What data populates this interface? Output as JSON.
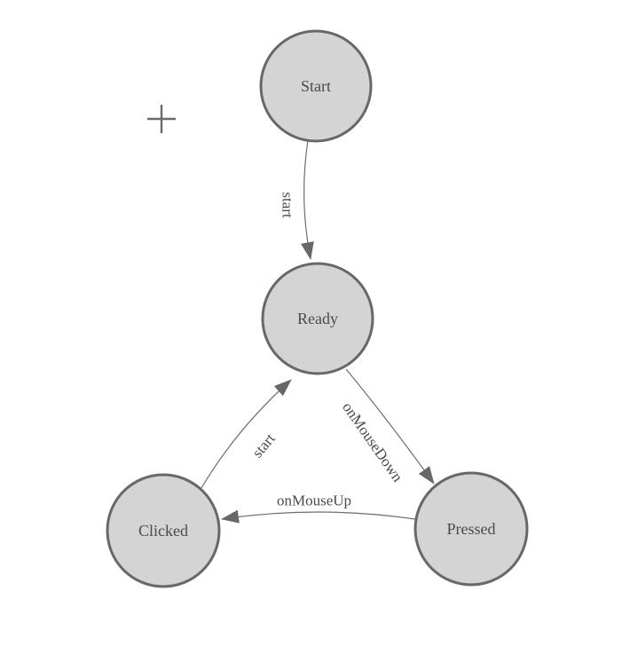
{
  "diagram": {
    "type": "state-machine",
    "states": [
      {
        "id": "start",
        "label": "Start"
      },
      {
        "id": "ready",
        "label": "Ready"
      },
      {
        "id": "clicked",
        "label": "Clicked"
      },
      {
        "id": "pressed",
        "label": "Pressed"
      }
    ],
    "transitions": [
      {
        "from": "Start",
        "to": "Ready",
        "label": "start"
      },
      {
        "from": "Clicked",
        "to": "Ready",
        "label": "start"
      },
      {
        "from": "Ready",
        "to": "Pressed",
        "label": "onMouseDown"
      },
      {
        "from": "Pressed",
        "to": "Clicked",
        "label": "onMouseUp"
      }
    ],
    "icons": [
      {
        "name": "plus-crosshair-icon"
      }
    ],
    "colors": {
      "background": "#ffffff",
      "state_fill": "#d4d4d4",
      "state_border": "#686868",
      "edge_line": "#6e6e6e",
      "arrowhead": "#676767",
      "label_text": "#4a4a4a"
    }
  }
}
